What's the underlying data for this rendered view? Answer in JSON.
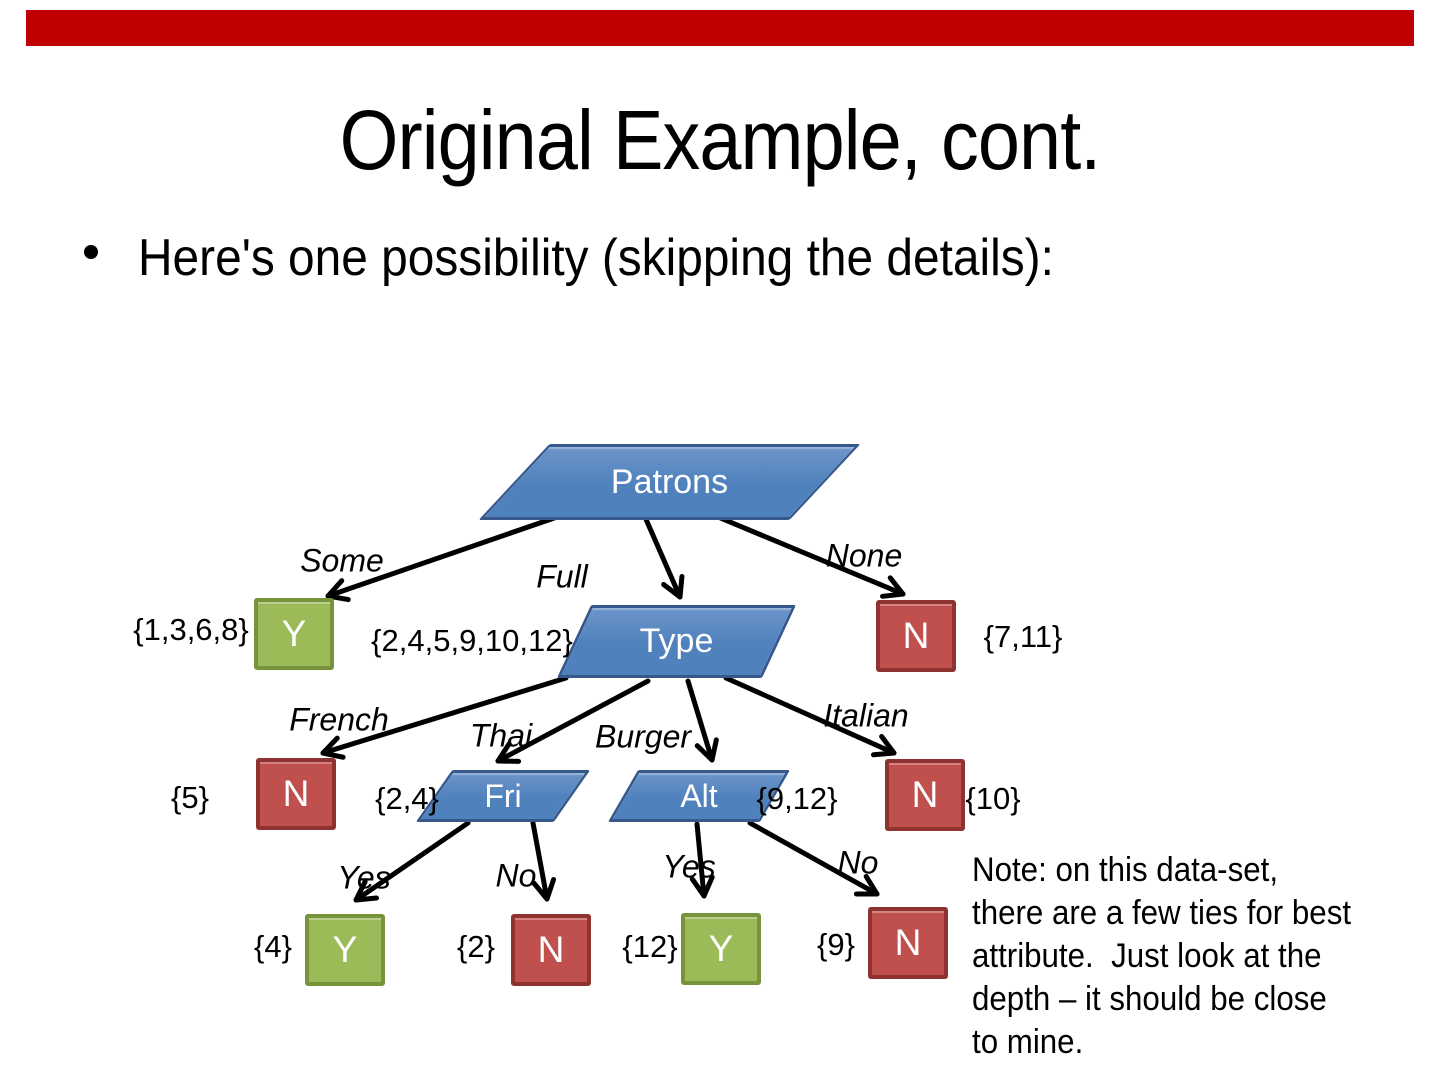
{
  "slide": {
    "title": "Original Example, cont.",
    "bullet": "Here's one possibility (skipping the details):",
    "note": "Note: on this data-set,\nthere are a few ties for best\nattribute.  Just look at the\ndepth – it should be close\nto mine."
  },
  "colors": {
    "top_bar": "#c00000",
    "decision_fill": "#4f81bd",
    "decision_fill_light": "#6d95c9",
    "decision_border": "#36588c",
    "yes_fill": "#9bbb59",
    "yes_border": "#77933c",
    "no_fill": "#c0504d",
    "no_border": "#8f3331",
    "arrow": "#000000",
    "text": "#000000"
  },
  "tree": {
    "patrons": {
      "label": "Patrons",
      "branches": {
        "some": {
          "label": "Some",
          "result": "Y",
          "set": "{1,3,6,8}"
        },
        "full": {
          "label": "Full",
          "set": "{2,4,5,9,10,12}"
        },
        "none": {
          "label": "None",
          "result": "N",
          "set": "{7,11}"
        }
      }
    },
    "type": {
      "label": "Type",
      "branches": {
        "french": {
          "label": "French",
          "result": "N",
          "set": "{5}"
        },
        "thai": {
          "label": "Thai",
          "set": "{2,4}"
        },
        "burger": {
          "label": "Burger",
          "set": "{9,12}"
        },
        "italian": {
          "label": "Italian",
          "result": "N",
          "set": "{10}"
        }
      }
    },
    "fri": {
      "label": "Fri",
      "branches": {
        "yes": {
          "label": "Yes",
          "result": "Y",
          "set": "{4}"
        },
        "no": {
          "label": "No",
          "result": "N",
          "set": "{2}"
        }
      }
    },
    "alt": {
      "label": "Alt",
      "branches": {
        "yes": {
          "label": "Yes",
          "result": "Y",
          "set": "{12}"
        },
        "no": {
          "label": "No",
          "result": "N",
          "set": "{9}"
        }
      }
    }
  }
}
